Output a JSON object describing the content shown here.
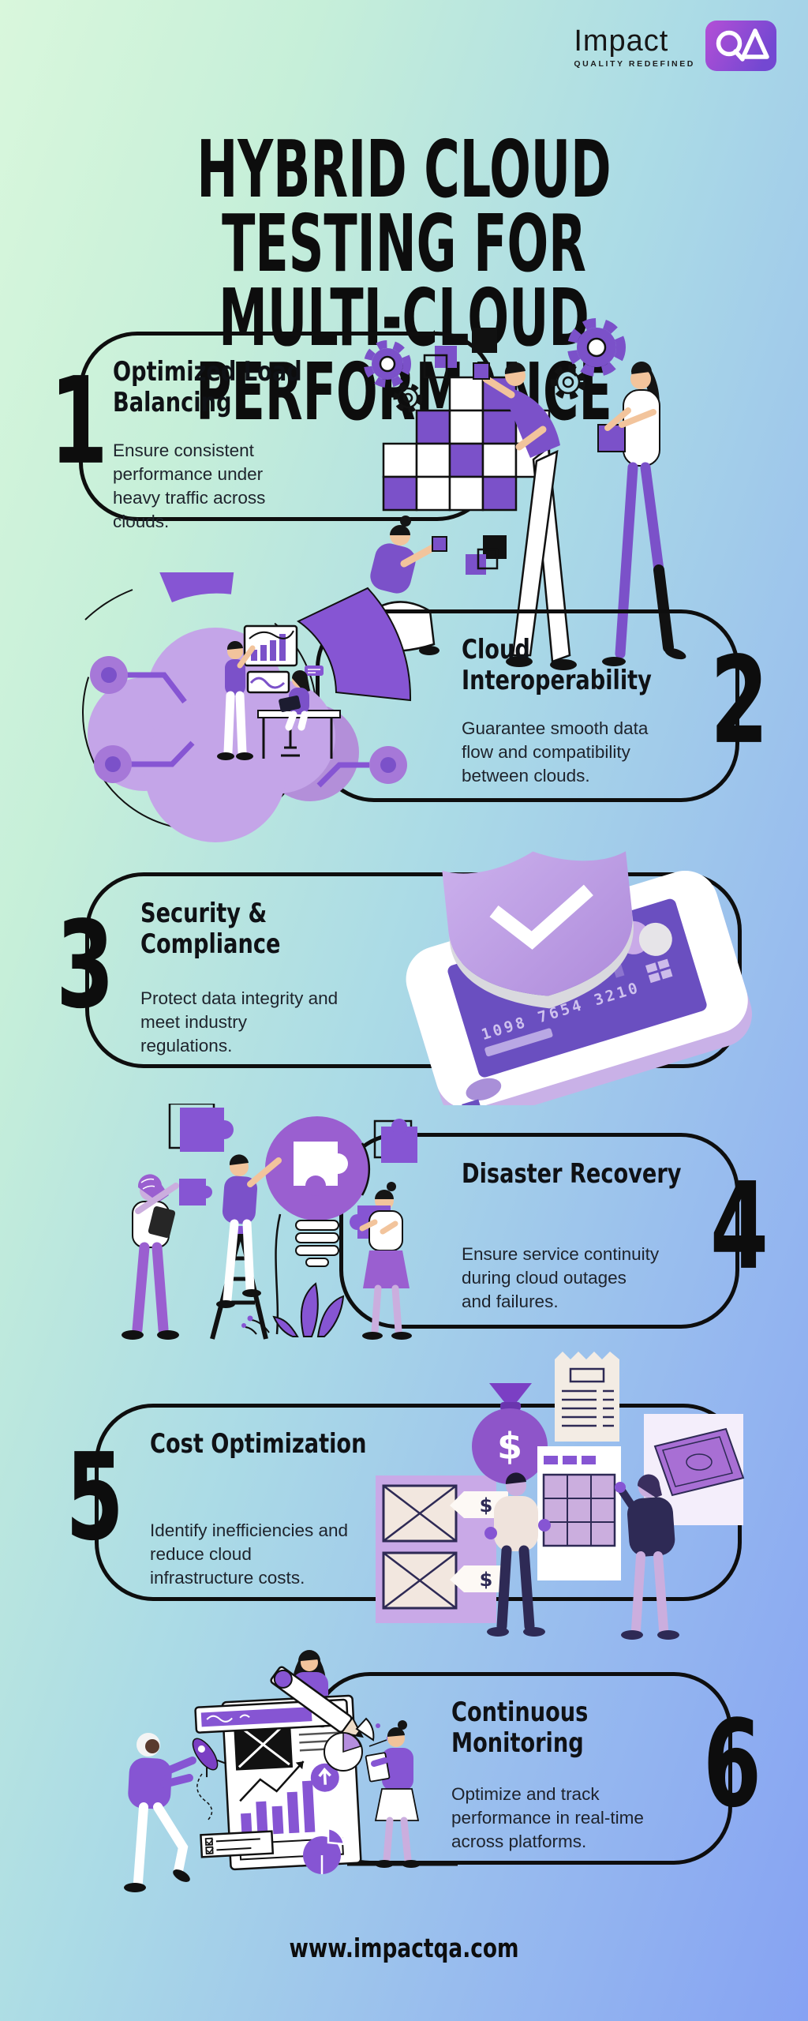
{
  "logo": {
    "brand": "Impact",
    "tagline": "QUALITY REDEFINED",
    "badge": "QA"
  },
  "title": {
    "line1": "HYBRID CLOUD TESTING FOR",
    "line2": "MULTI-CLOUD PERFORMANCE"
  },
  "sections": [
    {
      "number": "1",
      "title": "Optimized Load Balancing",
      "description": "Ensure consistent performance under heavy traffic across clouds."
    },
    {
      "number": "2",
      "title": "Cloud Interoperability",
      "description": "Guarantee smooth data flow and compatibility between clouds."
    },
    {
      "number": "3",
      "title": "Security & Compliance",
      "description": "Protect data integrity and meet industry regulations."
    },
    {
      "number": "4",
      "title": "Disaster Recovery",
      "description": "Ensure service continuity during cloud outages and failures."
    },
    {
      "number": "5",
      "title": "Cost Optimization",
      "description": "Identify inefficiencies and reduce cloud infrastructure costs."
    },
    {
      "number": "6",
      "title": "Continuous Monitoring",
      "description": "Optimize and track performance in real-time across platforms."
    }
  ],
  "footer": {
    "website": "www.impactqa.com"
  },
  "illustrations": {
    "card_number": "1098 7654 3210",
    "dollar": "$"
  },
  "colors": {
    "purple": "#7b51c9",
    "purple_deep": "#6a4fc0",
    "lavender": "#c4a5e8",
    "black": "#0e0e0e",
    "badge_gradient_start": "#b44fd6",
    "badge_gradient_end": "#7348d2",
    "bg_gradient_start": "#d9f7dc",
    "bg_gradient_end": "#86a2f3"
  }
}
